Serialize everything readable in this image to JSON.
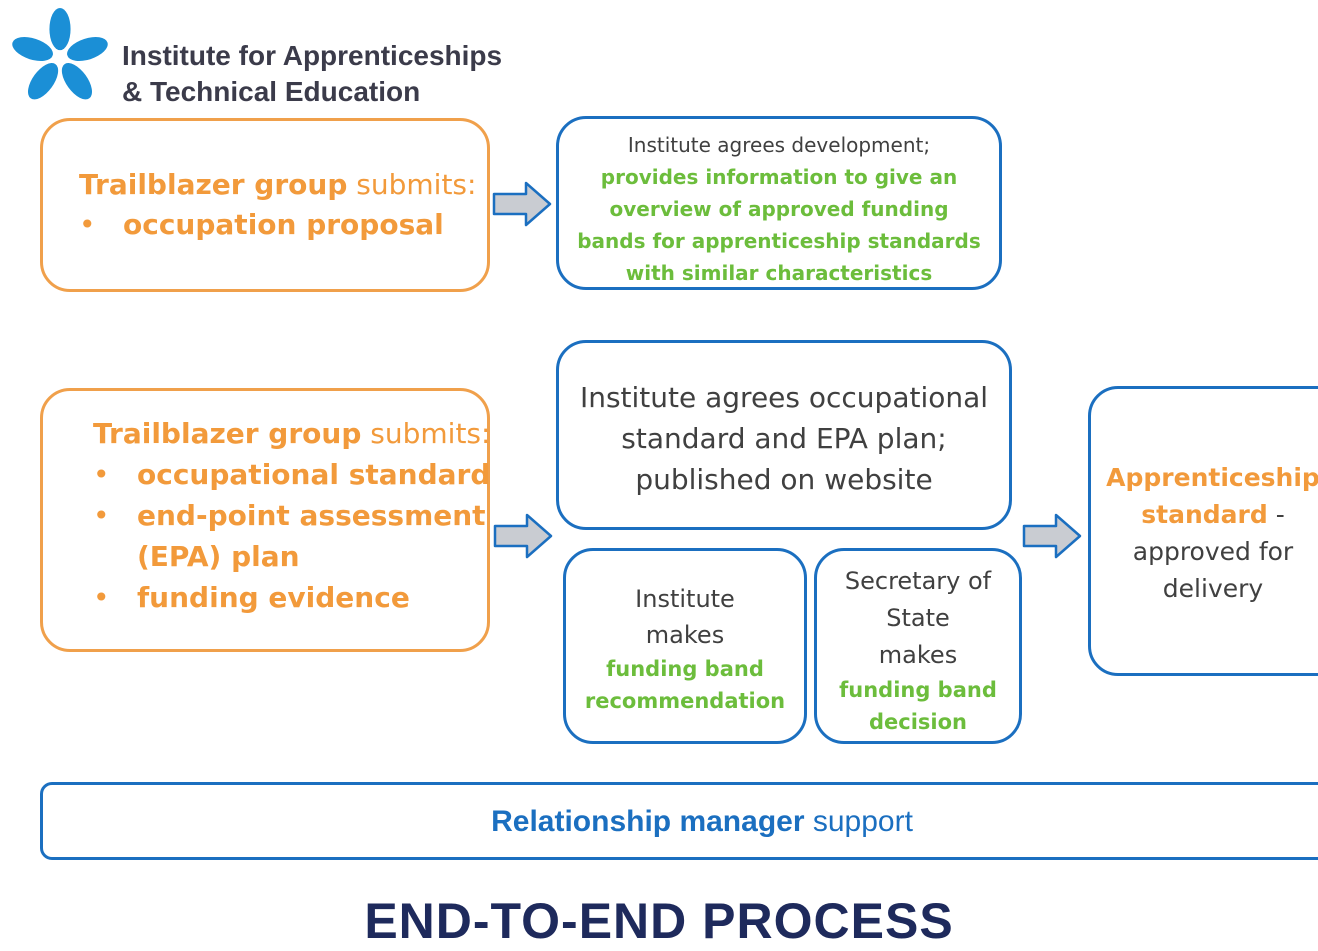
{
  "logo": {
    "line1": "Institute for Apprenticeships",
    "line2": "& Technical Education",
    "star_color": "#1b8fd6"
  },
  "box1": {
    "highlight": "Trailblazer group",
    "rest": " submits:",
    "bullet": "•",
    "items": [
      "occupation proposal"
    ]
  },
  "box2": {
    "intro": "Institute agrees development;",
    "lines": [
      "provides information to give an",
      "overview of approved funding",
      "bands for apprenticeship standards",
      "with similar characteristics"
    ]
  },
  "box3": {
    "highlight": "Trailblazer group",
    "rest": " submits:",
    "bullet": "•",
    "items": [
      "occupational standard",
      "end-point assessment",
      "(EPA) plan",
      "funding evidence"
    ]
  },
  "box4": {
    "lines": [
      "Institute agrees occupational",
      "standard and EPA plan;",
      "published on website"
    ]
  },
  "box5": {
    "plain": [
      "Institute",
      "makes"
    ],
    "green": [
      "funding band",
      "recommendation"
    ]
  },
  "box6": {
    "plain": [
      "Secretary of",
      "State",
      "makes"
    ],
    "green": [
      "funding band",
      "decision"
    ]
  },
  "box7": {
    "orange1": "Apprenticeship",
    "orange2": "standard",
    "dash": " -",
    "rest": [
      "approved for",
      "delivery"
    ]
  },
  "support": {
    "bold": "Relationship manager",
    "rest": " support"
  },
  "title": "END-TO-END PROCESS",
  "colors": {
    "orange": "#f29a3b",
    "blue": "#1b6fc0",
    "green": "#6cbd3c",
    "navy": "#1e2a5c"
  }
}
